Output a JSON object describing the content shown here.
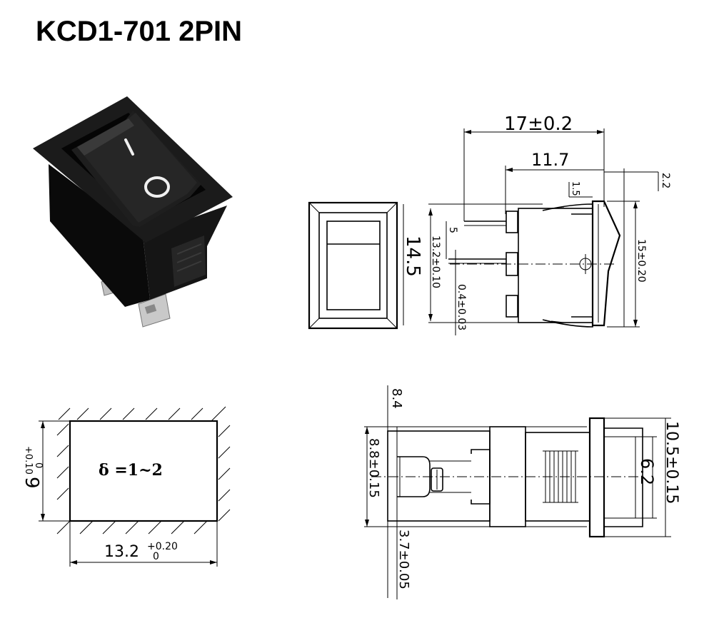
{
  "title": "KCD1-701 2PIN",
  "photo": {
    "rocker_on_mark": "I",
    "rocker_off_mark": "O"
  },
  "side_view": {
    "dim_overall_length": "17±0.2",
    "dim_body_length": "11.7",
    "dim_flange": "2.2",
    "dim_gap": "1.5",
    "dim_pin_offset": "5",
    "dim_body_height": "13.2±0.10",
    "dim_front_height": "14.5",
    "dim_pin_thickness": "0.4±0.03",
    "dim_total_height": "15±0.20"
  },
  "panel_cutout": {
    "dim_height": "9",
    "dim_height_tol_upper": "+0.10",
    "dim_height_tol_lower": "0",
    "dim_width": "13.2",
    "dim_width_tol_upper": "+0.20",
    "dim_width_tol_lower": "0",
    "panel_thickness": "δ =1~2"
  },
  "top_view": {
    "dim_front_offset": "8.4",
    "dim_body_width": "8.8±0.15",
    "dim_pin_width": "3.7±0.05",
    "dim_rocker_width": "6.2",
    "dim_flange_width": "10.5±0.15"
  }
}
